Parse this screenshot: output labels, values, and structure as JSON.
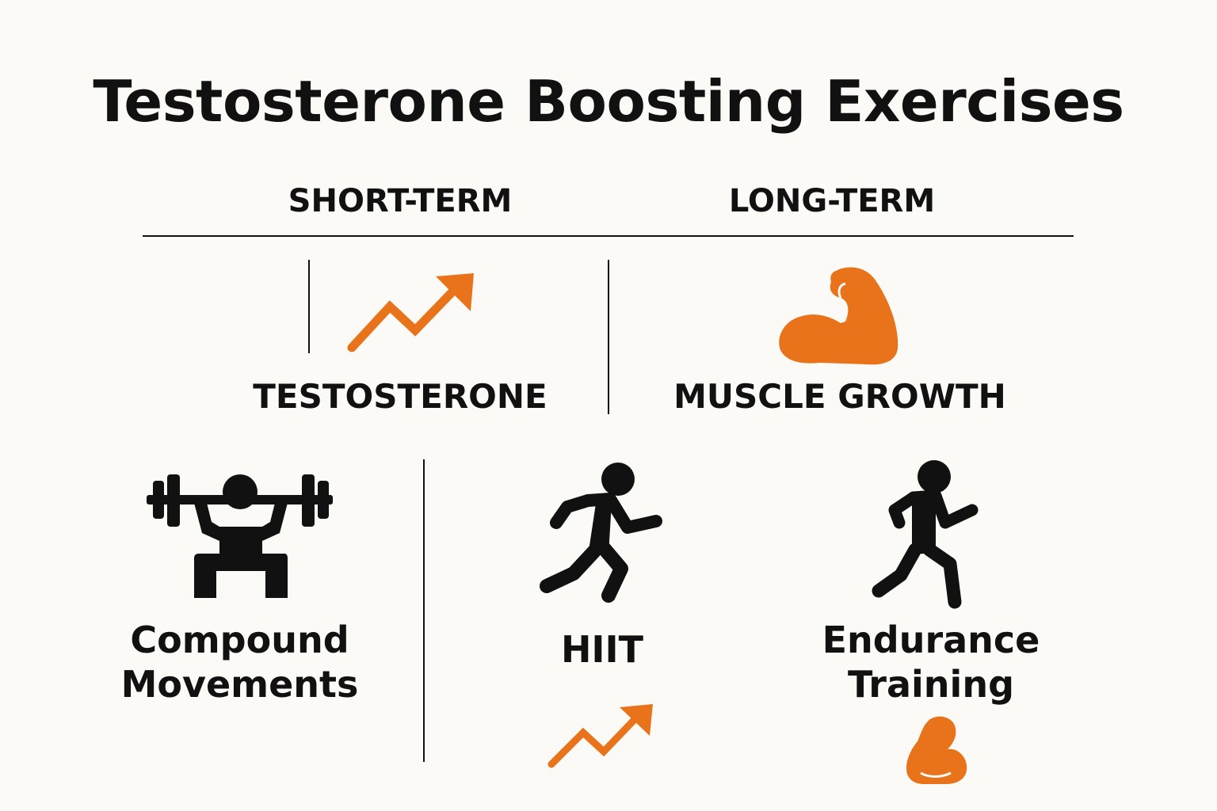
{
  "title": "Testosterone Boosting Exercises",
  "columns": {
    "short_term": "SHORT-TERM",
    "long_term": "LONG-TERM"
  },
  "outcomes": {
    "short_term": {
      "label": "TESTOSTERONE",
      "icon": "trend-up-arrow-icon"
    },
    "long_term": {
      "label": "MUSCLE GROWTH",
      "icon": "flexed-bicep-icon"
    }
  },
  "exercises": [
    {
      "line1": "Compound",
      "line2": "Movements",
      "icon": "barbell-squat-icon"
    },
    {
      "line1": "HIIT",
      "line2": "",
      "icon": "sprinter-icon",
      "benefit_icon": "trend-up-arrow-icon"
    },
    {
      "line1": "Endurance",
      "line2": "Training",
      "icon": "runner-icon",
      "benefit_icon": "flexed-bicep-icon"
    }
  ],
  "colors": {
    "accent": "#e8731a",
    "ink": "#111111",
    "background": "#fcfaf6"
  }
}
